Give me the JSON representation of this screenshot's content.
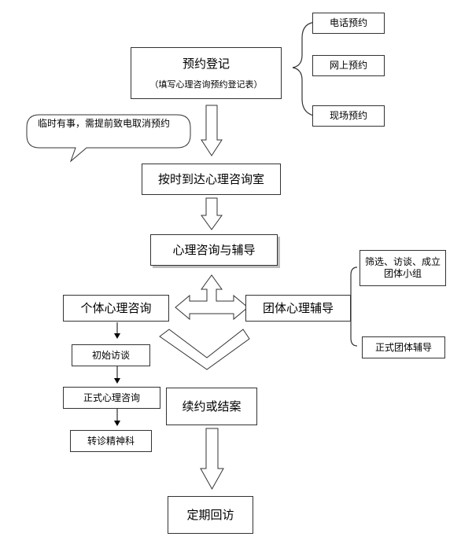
{
  "nodes": {
    "registration": "预约登记",
    "registration_note": "（填写心理咨询预约登记表）",
    "phone": "电话预约",
    "online": "网上预约",
    "onsite": "现场预约",
    "cancel_note": "临时有事，需提前致电取消预约",
    "arrive": "按时到达心理咨询室",
    "counseling": "心理咨询与辅导",
    "individual": "个体心理咨询",
    "group": "团体心理辅导",
    "initial_interview": "初始访谈",
    "formal_individual": "正式心理咨询",
    "referral": "转诊精神科",
    "screening": "筛选、访谈、成立团体小组",
    "formal_group": "正式团体辅导",
    "renew_or_close": "续约或结案",
    "followup": "定期回访"
  }
}
